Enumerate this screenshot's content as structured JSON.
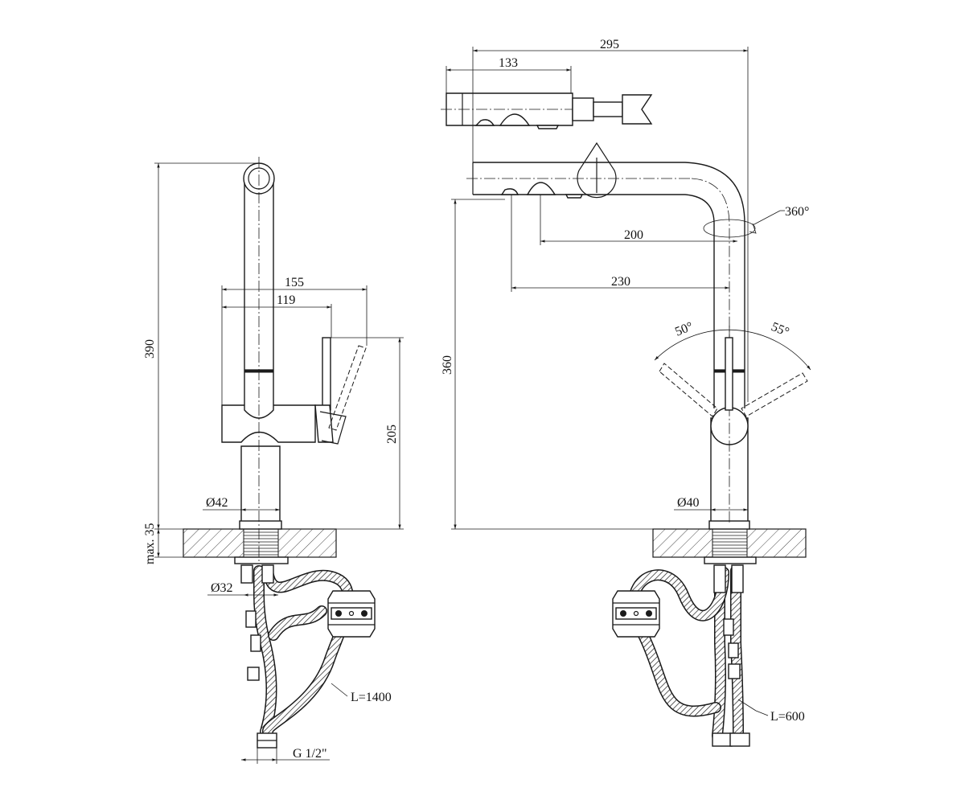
{
  "colors": {
    "line": "#1a1a1a",
    "background": "#ffffff",
    "hatch": "#1a1a1a"
  },
  "left_view": {
    "dims": {
      "height_total": "390",
      "reach_155": "155",
      "reach_119": "119",
      "height_205": "205",
      "base_dia": "Ø42",
      "mount_max": "max. 35",
      "shank_dia": "Ø32",
      "hose_length": "L=1400",
      "thread": "G 1/2\""
    }
  },
  "right_view": {
    "dims": {
      "width_295": "295",
      "spray_133": "133",
      "rotation": "360°",
      "reach_200": "200",
      "reach_230": "230",
      "height_360": "360",
      "angle_left": "50°",
      "angle_right": "55°",
      "base_dia": "Ø40",
      "hose_length": "L=600"
    }
  }
}
